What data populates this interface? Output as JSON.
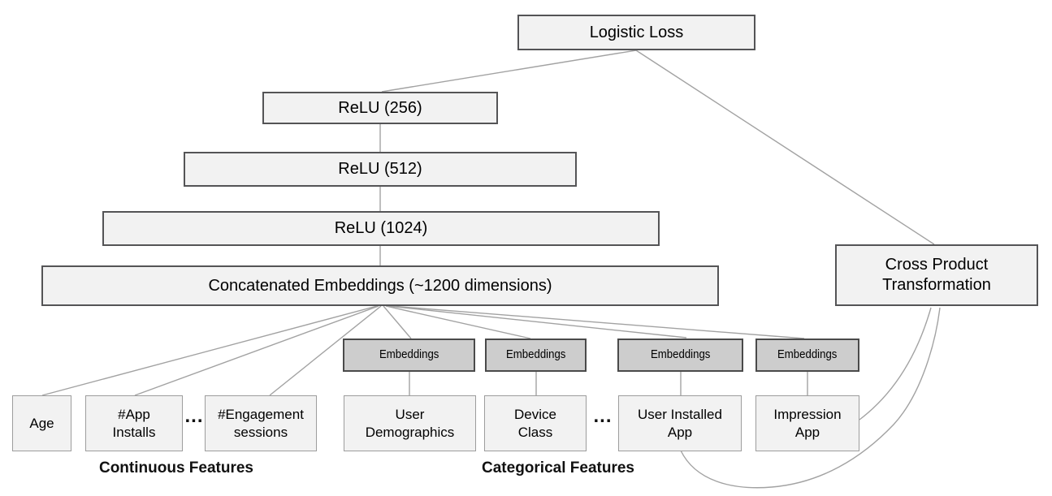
{
  "diagram": {
    "nodes": {
      "logistic_loss": "Logistic Loss",
      "relu_256": "ReLU (256)",
      "relu_512": "ReLU (512)",
      "relu_1024": "ReLU (1024)",
      "concatenated_embeddings": "Concatenated Embeddings (~1200 dimensions)",
      "cross_product": "Cross Product Transformation",
      "age": "Age",
      "app_installs": "#App Installs",
      "engagement_sessions": "#Engagement sessions",
      "user_demographics": "User Demographics",
      "device_class": "Device Class",
      "user_installed_app": "User Installed App",
      "impression_app": "Impression App"
    },
    "embeddings_label": "Embeddings",
    "ellipsis": "...",
    "group_labels": {
      "continuous": "Continuous Features",
      "categorical": "Categorical Features"
    },
    "colors": {
      "node_fill": "#f2f2f2",
      "embedding_fill": "#cdcdcd",
      "node_border": "#545456",
      "feature_border": "#9d9d9d",
      "edge": "#a2a2a2",
      "text": "#000000",
      "background": "#ffffff"
    }
  }
}
